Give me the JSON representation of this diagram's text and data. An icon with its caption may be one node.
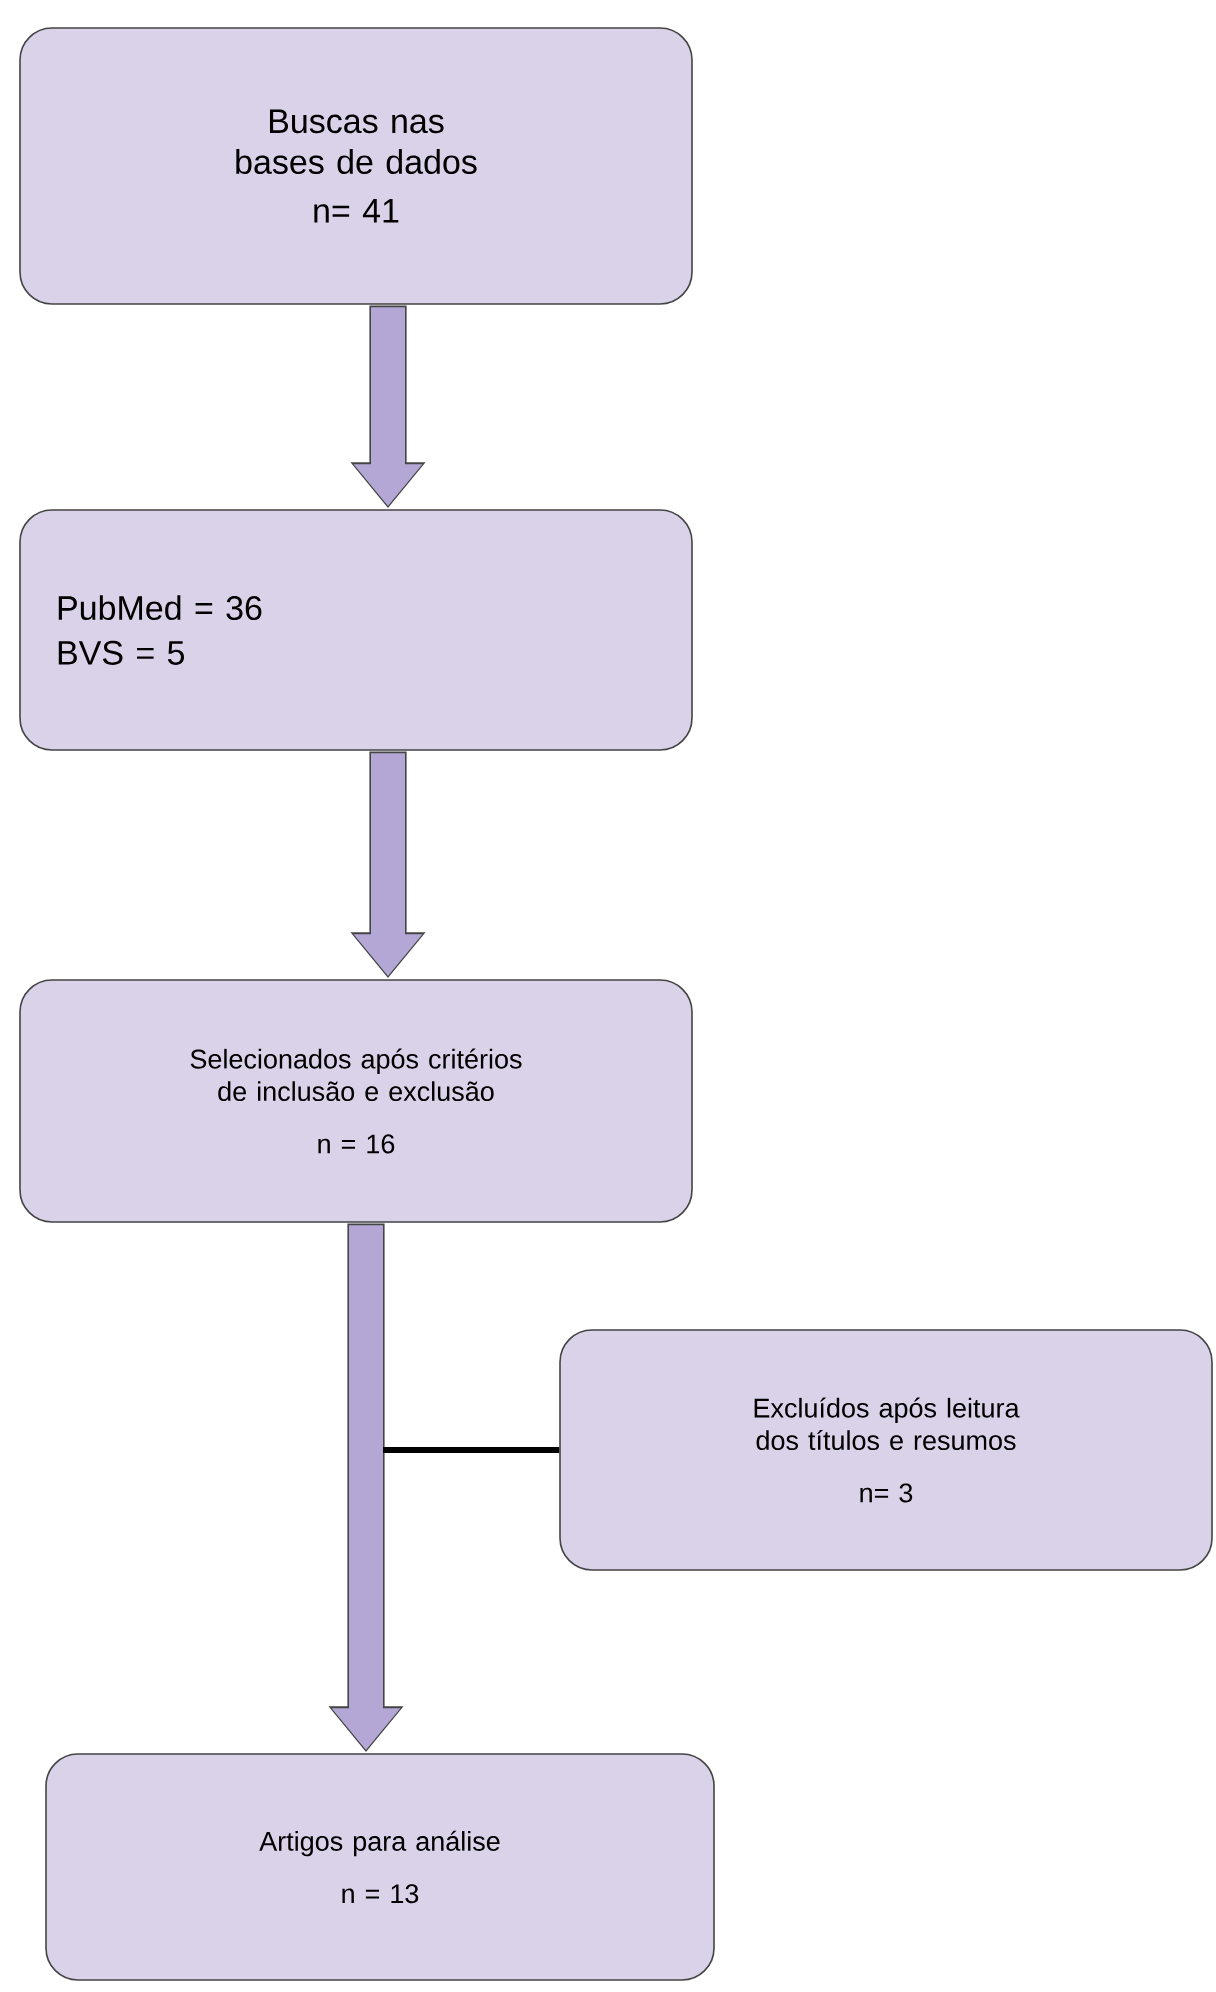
{
  "diagram": {
    "nodes": [
      {
        "text": [
          "Buscas nas bases de dados",
          "n= 41"
        ]
      },
      {
        "text": [
          "PubMed = 36",
          "BVS = 5"
        ]
      },
      {
        "text": [
          "Selecionados após critérios de inclusão e exclusão",
          "n = 16"
        ]
      },
      {
        "text": [
          "Excluídos após leitura dos títulos e resumos",
          "n= 3"
        ]
      },
      {
        "text": [
          "Artigos para análise",
          "n = 13"
        ]
      }
    ],
    "edges": [
      {
        "from": 0,
        "to": 1,
        "arrow": "to"
      },
      {
        "from": 1,
        "to": 2,
        "arrow": "to"
      },
      {
        "from": 2,
        "to": 4,
        "arrow": "to"
      },
      {
        "from": null,
        "to": 3,
        "arrow": "none",
        "color": "#000000"
      }
    ]
  }
}
